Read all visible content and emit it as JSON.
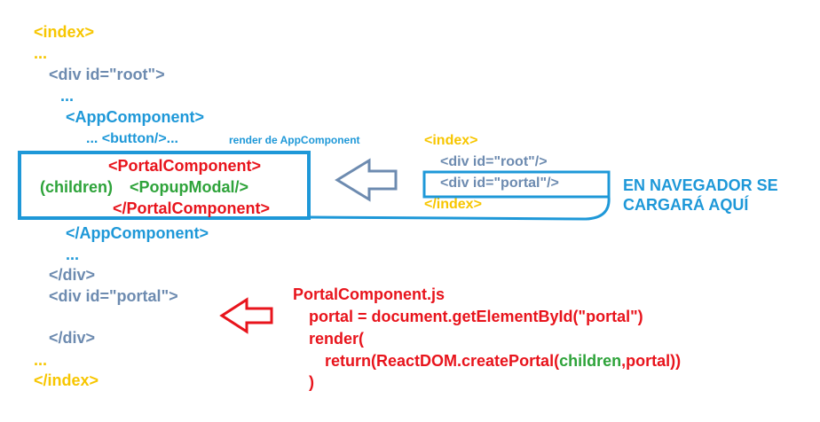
{
  "colors": {
    "index": "#f7c600",
    "markup": "#6d8bb0",
    "component": "#1e98d8",
    "portal": "#e8141c",
    "children": "#2ea33a"
  },
  "left_tree": {
    "index_open": "<index>",
    "dots_1": "...",
    "root_open": "<div id=\"root\">",
    "dots_2": "...",
    "app_open": "<AppComponent>",
    "button_line": "... <button/>...",
    "render_note": "render de AppComponent",
    "portal_open": "<PortalComponent>",
    "children_label": "(children)",
    "popup": "<PopupModal/>",
    "portal_close": "</PortalComponent>",
    "app_close": "</AppComponent>",
    "dots_3": "...",
    "root_close": "</div>",
    "portal_div_open": "<div id=\"portal\">",
    "portal_div_close": "</div>",
    "dots_4": "...",
    "index_close": "</index>"
  },
  "right_tree": {
    "index_open": "<index>",
    "root": "<div id=\"root\"/>",
    "portal": "<div id=\"portal\"/>",
    "index_close": "</index>"
  },
  "browser_note": {
    "line1": "EN NAVEGADOR SE",
    "line2": "CARGARÁ AQUÍ"
  },
  "code": {
    "file": "PortalComponent.js",
    "line1": "portal = document.getElementById(\"portal\")",
    "line2": "render(",
    "line3_pre": "return(ReactDOM.createPortal(",
    "line3_children": "children",
    "line3_post": ",portal))",
    "line4": ")"
  },
  "icons": {
    "arrow_to_portal_box": "left-arrow-icon",
    "arrow_to_portal_div": "left-arrow-icon"
  }
}
